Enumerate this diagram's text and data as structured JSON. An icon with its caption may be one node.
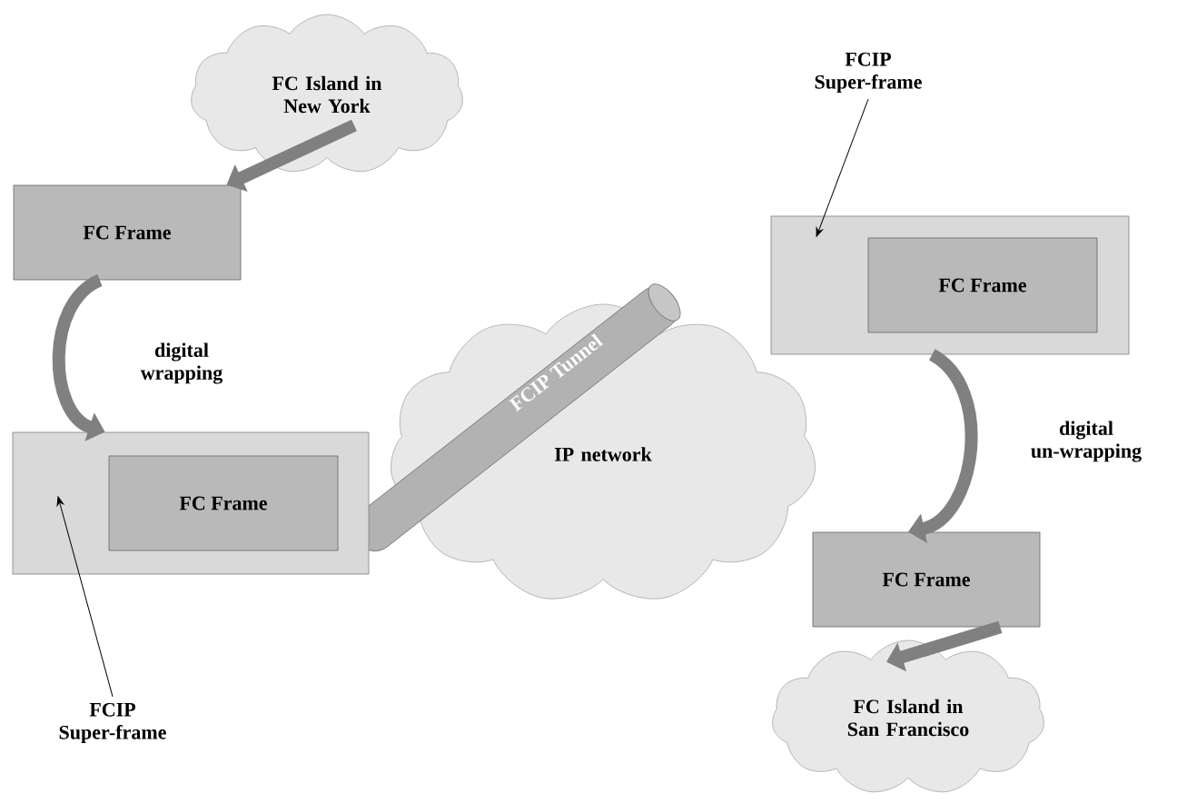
{
  "diagram": {
    "nodes": [
      {
        "text": [
          "FC Island in New York"
        ]
      },
      {
        "text": [
          "FC Frame"
        ]
      },
      {
        "text": [],
        "shape": "box"
      },
      {
        "text": [
          "FC Frame"
        ],
        "in": 2
      },
      {
        "text": [
          "FCIP Super-frame"
        ]
      },
      {
        "text": [
          "IP network"
        ]
      },
      {
        "text": [
          "FCIP Tunnel"
        ],
        "in": 5
      },
      {
        "text": [],
        "shape": "box"
      },
      {
        "text": [
          "FC Frame"
        ],
        "in": 7
      },
      {
        "text": [
          "FCIP Super-frame"
        ]
      },
      {
        "text": [
          "FC Frame"
        ]
      },
      {
        "text": [
          "FC Island in San Francisco"
        ]
      }
    ],
    "edges": [
      {
        "from": 0,
        "to": 1,
        "arrow": "to"
      },
      {
        "from": 1,
        "to": 2,
        "arrow": "to",
        "label": "digital wrapping"
      },
      {
        "from": 4,
        "to": 2,
        "arrow": "to",
        "color": "#000000"
      },
      {
        "from": 9,
        "to": 7,
        "arrow": "to",
        "color": "#000000"
      },
      {
        "from": 7,
        "to": 10,
        "arrow": "to",
        "label": "digital un-wrapping"
      },
      {
        "from": 10,
        "to": 11,
        "arrow": "to"
      }
    ]
  }
}
